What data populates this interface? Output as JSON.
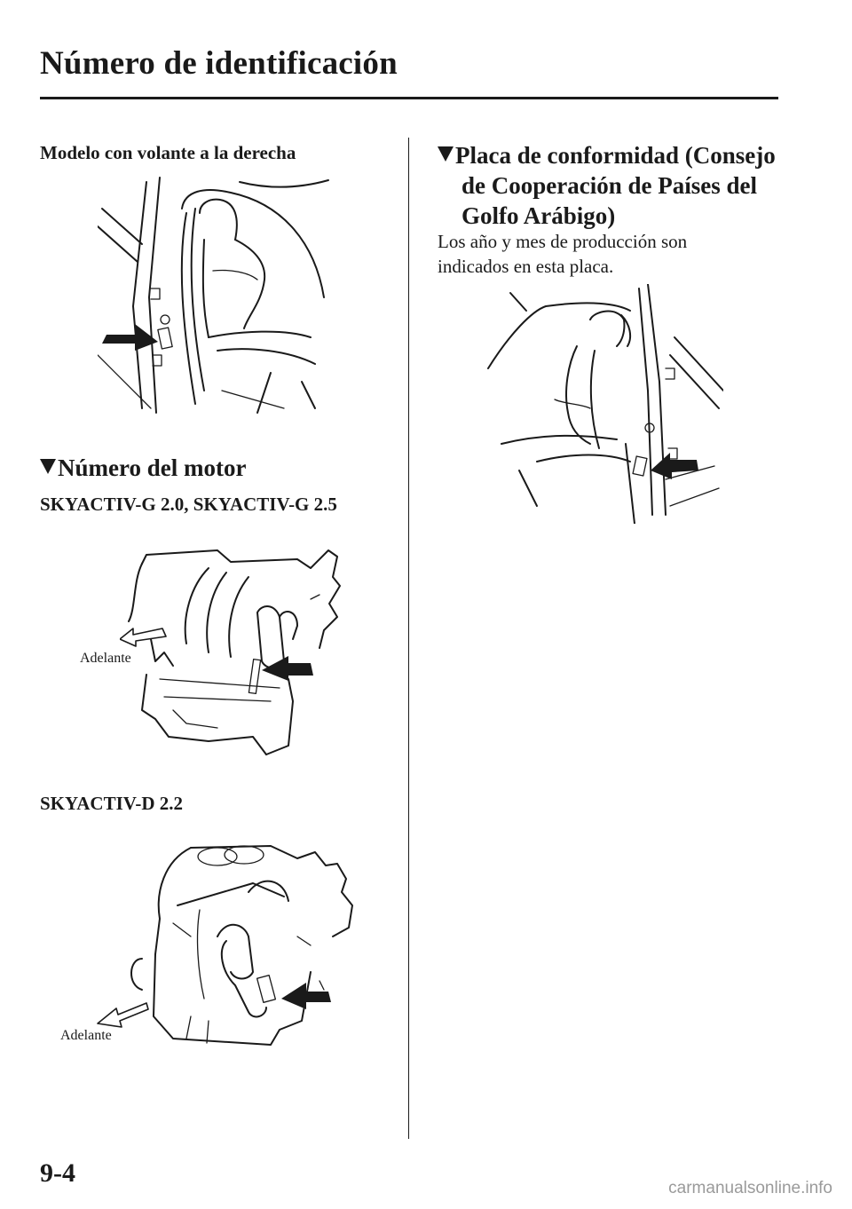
{
  "header": {
    "title": "Número de identificación"
  },
  "left": {
    "rhd_caption": "Modelo con volante a la derecha",
    "engine_heading": "Número del motor",
    "engine_g_caption": "SKYACTIV-G 2.0, SKYACTIV-G 2.5",
    "engine_g_label": "Adelante",
    "engine_d_caption": "SKYACTIV-D 2.2",
    "engine_d_label": "Adelante"
  },
  "right": {
    "plate_heading_line1": "Placa de conformidad (Consejo",
    "plate_heading_line2": "de Cooperación de Países del",
    "plate_heading_line3": "Golfo Arábigo)",
    "plate_text_line1": "Los año y mes de producción son",
    "plate_text_line2": "indicados en esta placa."
  },
  "footer": {
    "page_number": "9-4",
    "watermark": "carmanualsonline.info"
  },
  "icons": {
    "heading_marker": "down-triangle-icon",
    "pointer": "pointer-arrow-icon",
    "direction": "forward-arrow-icon"
  }
}
